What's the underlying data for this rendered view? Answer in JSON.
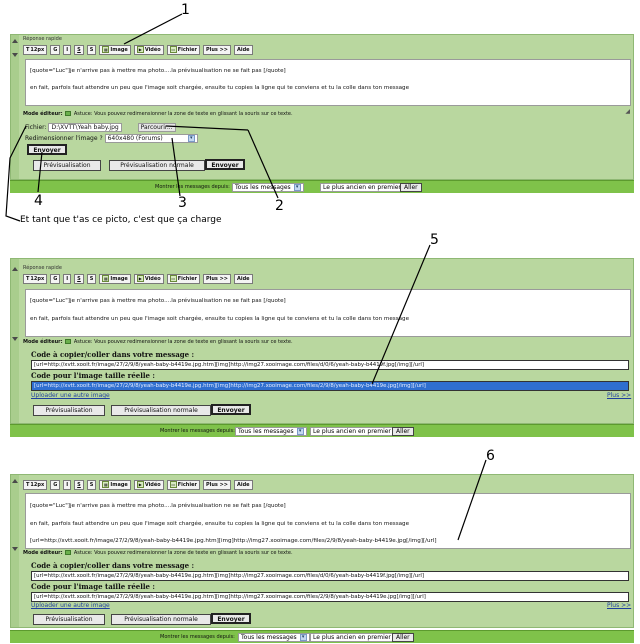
{
  "reply_title": "Réponse rapide",
  "toolbar": {
    "font_size": "12px",
    "bold": "G",
    "italic": "I",
    "underline": "S",
    "strike": "̶S",
    "image": "Image",
    "video": "Vidéo",
    "file": "Fichier",
    "more": "Plus >>",
    "help": "Aide"
  },
  "message": {
    "line1": "[quote=\"Luc\"]je n'arrive pas à mettre ma photo....la prévisualisation ne se fait pas [/quote]",
    "line2": "en fait, parfois faut attendre un peu que l'image soit chargée, ensuite tu copies la ligne qui te conviens et tu la colle dans ton message",
    "line3": "[url=http://xvtt.xooit.fr/image/27/2/9/8/yeah-baby-b4419e.jpg.htm][img]http://img27.xooimage.com/files/2/9/8/yeah-baby-b4419e.jpg[/img][/url]"
  },
  "mode": {
    "label": "Mode éditeur:",
    "tip": "Astuce: Vous pouvez redimensionner la zone de texte en glissant la souris sur ce texte."
  },
  "upload": {
    "file_label": "Fichier:",
    "file_value": "D:\\XVTT\\Yeah baby.jpg",
    "browse": "Parcourir...",
    "resize_label": "Redimensionner l'image ?",
    "resize_value": "640x480 (Forums)",
    "send": "Envoyer"
  },
  "buttons": {
    "preview": "Prévisualisation",
    "preview_normal": "Prévisualisation normale",
    "send": "Envoyer"
  },
  "footer": {
    "show_label": "Montrer les messages depuis:",
    "all_messages": "Tous les messages",
    "oldest_first": "Le plus ancien en premier",
    "go": "Aller"
  },
  "codes": {
    "label_message": "Code à copier/coller dans votre message :",
    "code_message": "[url=http://xvtt.xooit.fr/image/27/2/9/8/yeah-baby-b4419e.jpg.htm][img]http://img27.xooimage.com/files/d/0/6/yeah-baby-b4419f.jpg[/img][/url]",
    "label_real": "Code pour l'image taille réelle :",
    "code_real": "[url=http://xvtt.xooit.fr/image/27/2/9/8/yeah-baby-b4419e.jpg.htm][img]http://img27.xooimage.com/files/2/9/8/yeah-baby-b4419e.jpg[/img][/url]",
    "upload_another": "Uploader une autre image",
    "more": "Plus >>"
  },
  "annotations": {
    "n1": "1",
    "n2": "2",
    "n3": "3",
    "n4": "4",
    "n5": "5",
    "n6": "6",
    "caption": "Et tant que t'as ce picto, c'est que ça charge"
  }
}
